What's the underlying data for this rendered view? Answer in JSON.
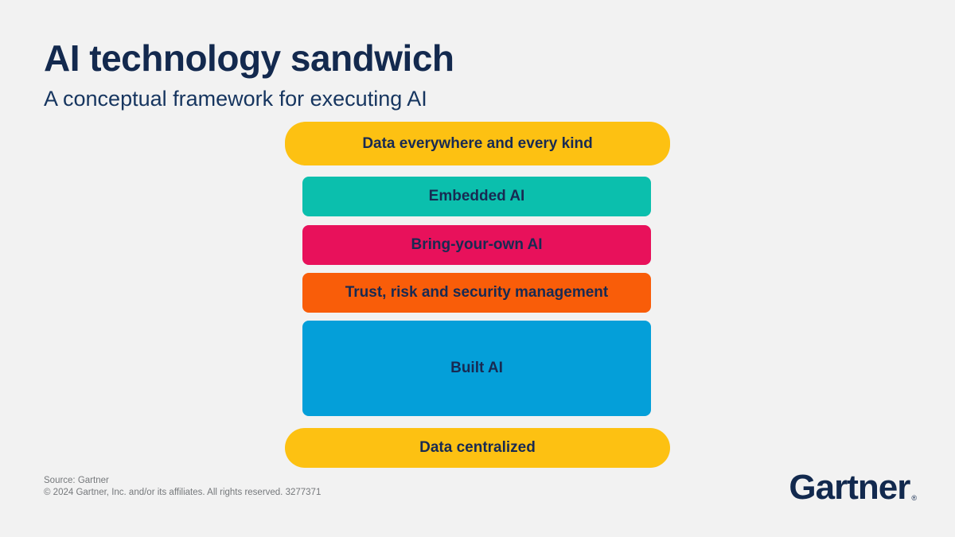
{
  "page": {
    "title": "AI technology sandwich",
    "subtitle": "A conceptual framework for executing AI"
  },
  "diagram": {
    "name": "ai-technology-sandwich-stack",
    "label_color": "#182A52",
    "layers": [
      {
        "id": "data-everywhere",
        "label": "Data everywhere and every kind",
        "color": "#FDC112",
        "role": "bread-top"
      },
      {
        "id": "embedded-ai",
        "label": "Embedded AI",
        "color": "#0BBFAD",
        "role": "filling"
      },
      {
        "id": "bring-your-own-ai",
        "label": "Bring-your-own AI",
        "color": "#E8115B",
        "role": "filling"
      },
      {
        "id": "trust-risk-security",
        "label": "Trust, risk and security management",
        "color": "#F95D09",
        "role": "filling"
      },
      {
        "id": "built-ai",
        "label": "Built AI",
        "color": "#049FD9",
        "role": "filling-tall"
      },
      {
        "id": "data-centralized",
        "label": "Data centralized",
        "color": "#FDC112",
        "role": "bread-bottom"
      }
    ]
  },
  "footer": {
    "source": "Source: Gartner",
    "copyright": "© 2024 Gartner, Inc. and/or its affiliates. All rights reserved. 3277371"
  },
  "branding": {
    "logo_text": "Gartner",
    "registered_mark": "®",
    "color": "#12294E"
  },
  "colors": {
    "background": "#F2F2F2",
    "heading": "#13294E"
  }
}
